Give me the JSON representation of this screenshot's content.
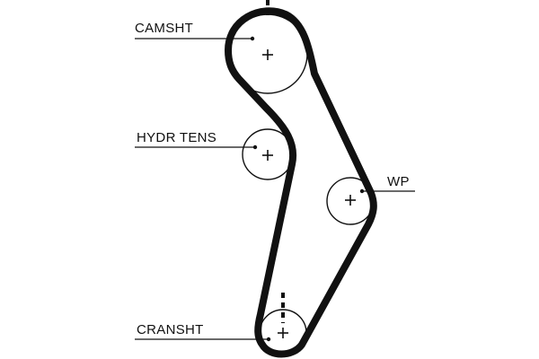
{
  "labels": {
    "camshaft": "CAMSHT",
    "tensioner": "HYDR TENS",
    "water_pump": "WP",
    "crankshaft": "CRANSHT"
  },
  "colors": {
    "belt": "#111111",
    "line": "#111111",
    "background": "#ffffff"
  }
}
